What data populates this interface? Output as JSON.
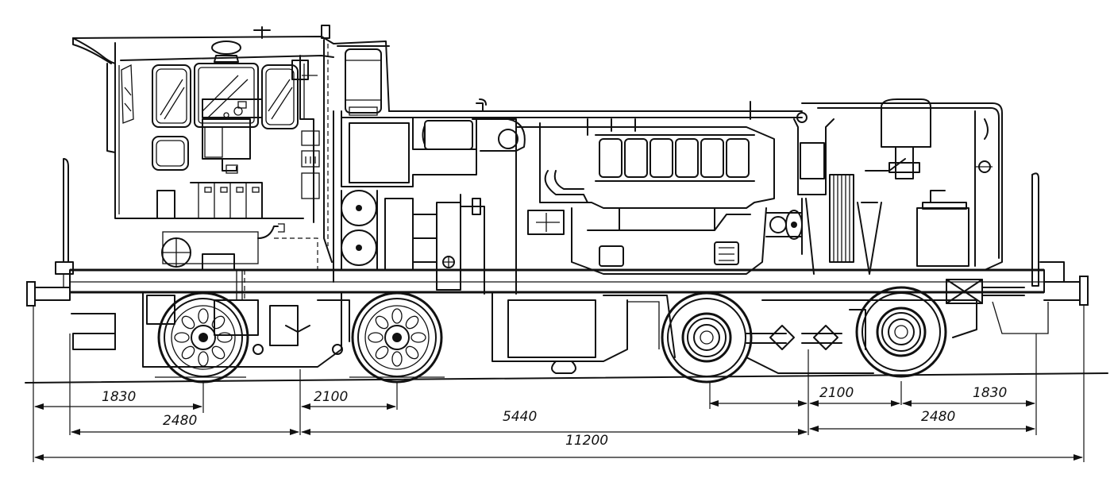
{
  "dimensions": {
    "left_overhang": "1830",
    "left_bogie_center": "2480",
    "left_wheelbase": "2100",
    "bogie_center_distance": "5440",
    "right_wheelbase": "2100",
    "right_overhang": "1830",
    "right_bogie_center": "2480",
    "overall_length": "11200"
  }
}
